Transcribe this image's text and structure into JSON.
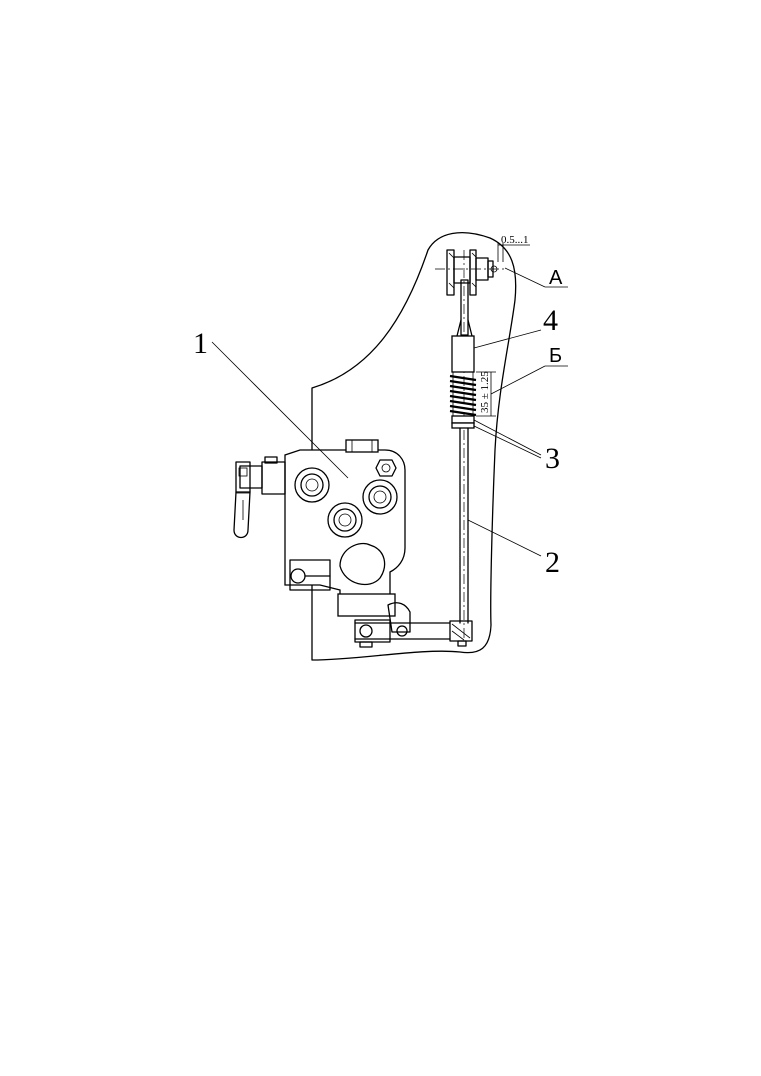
{
  "callouts": {
    "valve": "1",
    "rod": "2",
    "nuts": "3",
    "bushing": "4"
  },
  "view_labels": {
    "a": "А",
    "b": "Б"
  },
  "dimensions": {
    "gap": "0.5...1",
    "spring_length": "35 ± 1.25"
  }
}
